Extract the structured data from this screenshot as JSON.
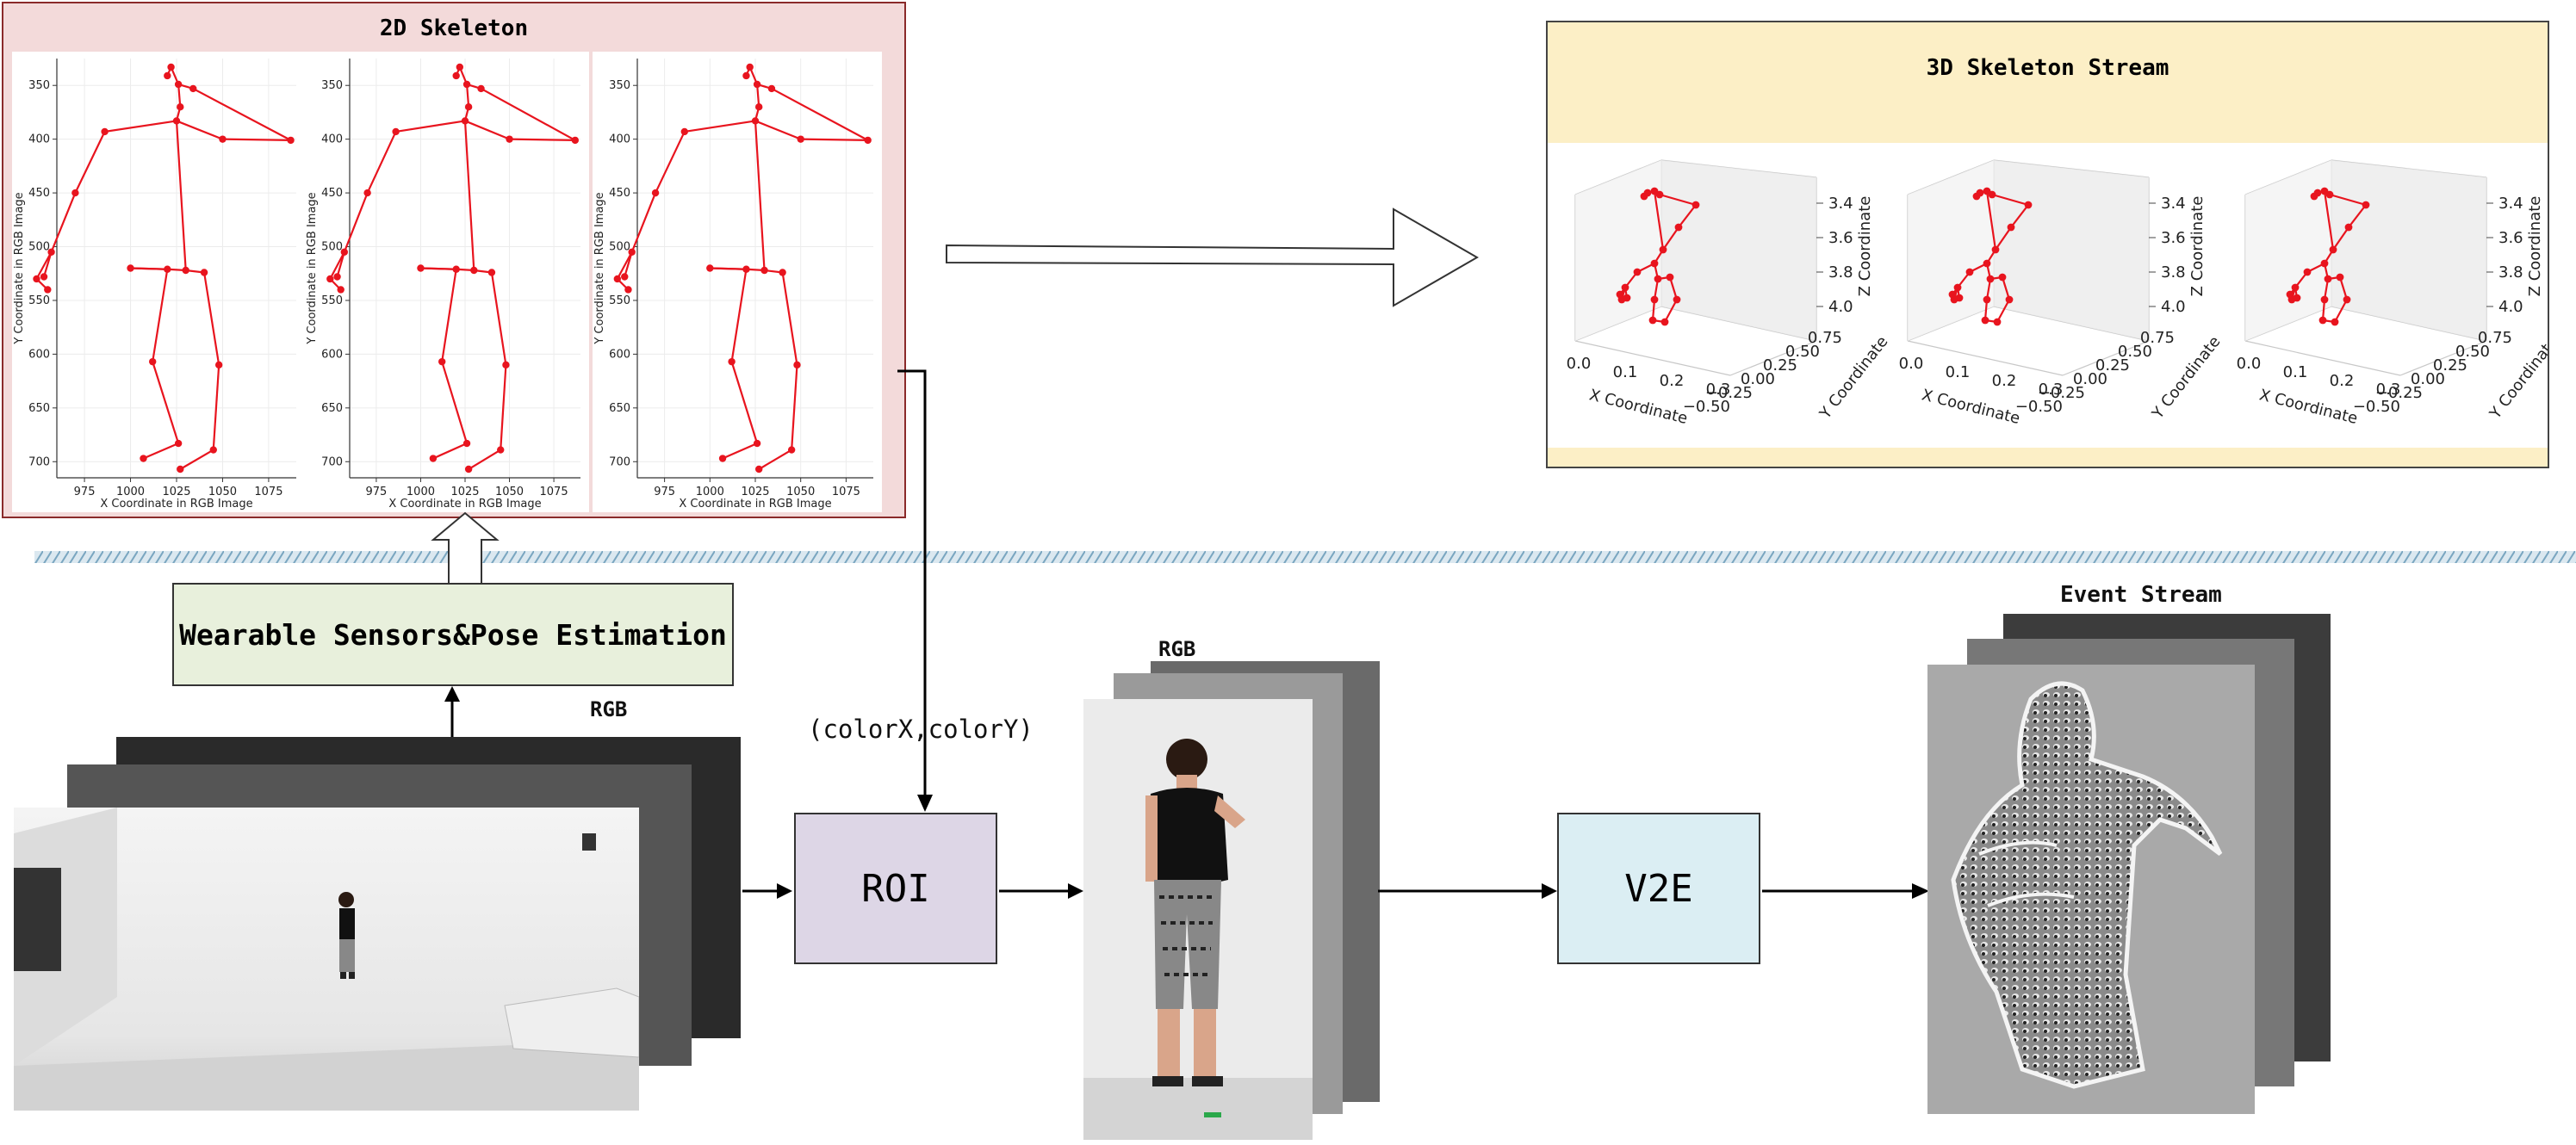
{
  "panel_2d": {
    "title": "2D Skeleton",
    "x_label": "X Coordinate in RGB Image",
    "y_label": "Y Coordinate in RGB Image",
    "x_ticks": [
      "975",
      "1000",
      "1025",
      "1050",
      "1075"
    ],
    "y_ticks": [
      "350",
      "400",
      "450",
      "500",
      "550",
      "600",
      "650",
      "700"
    ]
  },
  "panel_3d": {
    "title": "3D Skeleton Stream",
    "x_label": "X Coordinate",
    "y_label": "Y Coordinate",
    "z_label": "Z Coordinate",
    "x_ticks": [
      "0.0",
      "0.1",
      "0.2",
      "0.3"
    ],
    "y_ticks": [
      "0.75",
      "0.50",
      "0.25",
      "0.00",
      "−0.25",
      "−0.50"
    ],
    "z_ticks": [
      "3.4",
      "3.6",
      "3.8",
      "4.0"
    ]
  },
  "boxes": {
    "sensors": "Wearable Sensors&Pose Estimation",
    "roi": "ROI",
    "v2e": "V2E"
  },
  "labels": {
    "rgb_left": "RGB",
    "rgb_mid": "RGB",
    "event_stream": "Event Stream",
    "color_coords": "(colorX,colorY)"
  },
  "colors": {
    "skeleton": "#e8141e",
    "panel_2d_bg": "#f3dada",
    "panel_2d_border": "#8a2a2a",
    "panel_3d_band": "#fcefc6",
    "sensors_box": "#e8f0dc",
    "roi_box": "#ddd6e6",
    "v2e_box": "#dbeef3",
    "divider": "#aac8d8"
  },
  "chart_data": [
    {
      "type": "scatter",
      "title": "2D Skeleton",
      "xlabel": "X Coordinate in RGB Image",
      "ylabel": "Y Coordinate in RGB Image",
      "xlim": [
        960,
        1090
      ],
      "ylim": [
        715,
        325
      ],
      "grid": true,
      "points": [
        [
          1022,
          333
        ],
        [
          1020,
          341
        ],
        [
          1026,
          349
        ],
        [
          1034,
          353
        ],
        [
          1027,
          370
        ],
        [
          1050,
          400
        ],
        [
          1087,
          401
        ],
        [
          1025,
          383
        ],
        [
          986,
          393
        ],
        [
          970,
          450
        ],
        [
          957,
          505
        ],
        [
          953,
          528
        ],
        [
          949,
          530
        ],
        [
          955,
          540
        ],
        [
          1000,
          520
        ],
        [
          1020,
          521
        ],
        [
          1030,
          522
        ],
        [
          1040,
          524
        ],
        [
          1012,
          607
        ],
        [
          1048,
          610
        ],
        [
          1026,
          683
        ],
        [
          1007,
          697
        ],
        [
          1045,
          689
        ],
        [
          1027,
          707
        ]
      ]
    },
    {
      "type": "scatter",
      "title": "3D Skeleton Stream",
      "xlabel": "X Coordinate",
      "ylabel": "Y Coordinate",
      "zlabel": "Z Coordinate",
      "xlim": [
        -0.05,
        0.35
      ],
      "ylim": [
        -0.5,
        0.75
      ],
      "zlim": [
        3.4,
        4.0
      ]
    }
  ]
}
